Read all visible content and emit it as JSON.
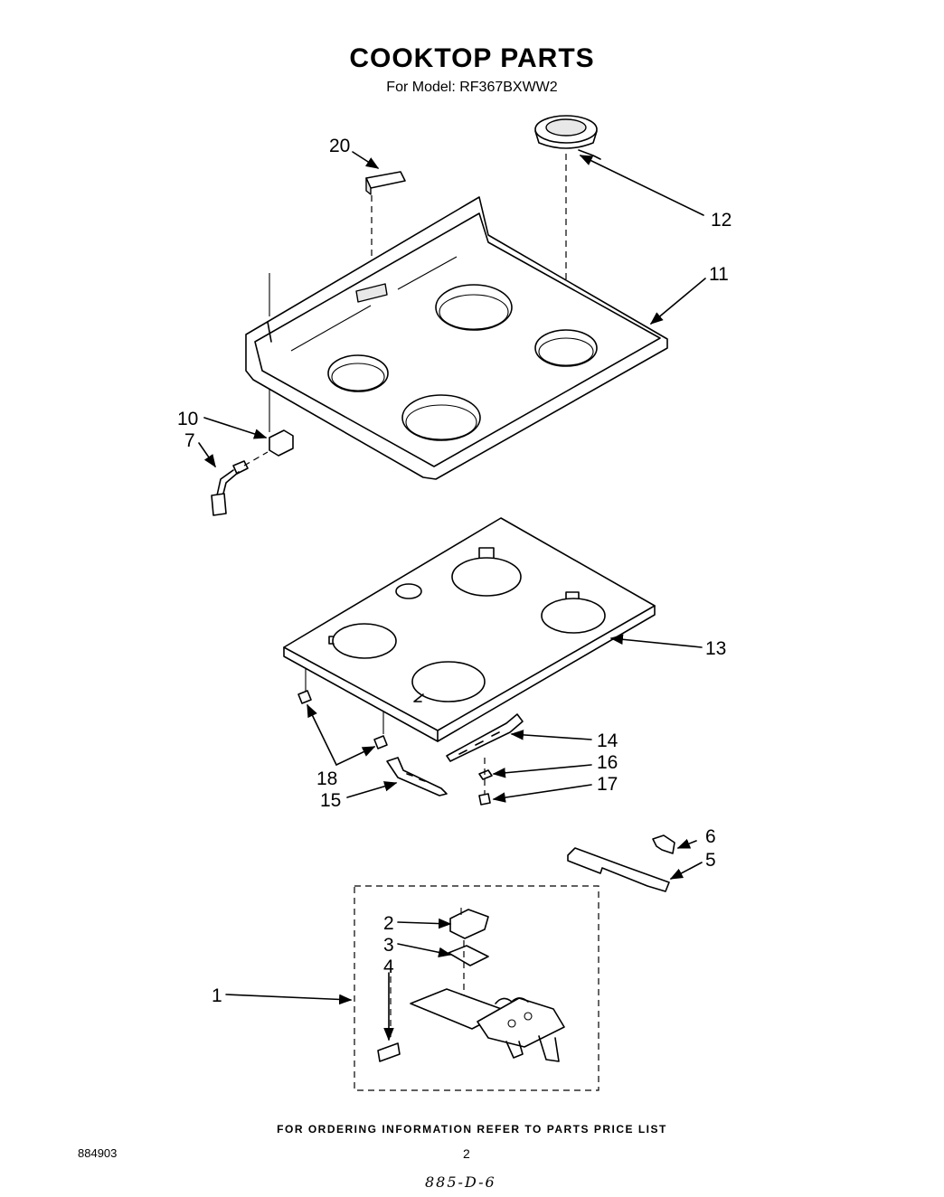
{
  "page": {
    "title": "COOKTOP PARTS",
    "subtitle": "For Model: RF367BXWW2",
    "footer_note": "FOR ORDERING INFORMATION REFER TO PARTS PRICE LIST",
    "doc_number": "884903",
    "page_number": "2",
    "handwritten_code": "885-D-6"
  },
  "callouts": {
    "c20": "20",
    "c12": "12",
    "c11": "11",
    "c10": "10",
    "c7": "7",
    "c13": "13",
    "c14": "14",
    "c16": "16",
    "c17": "17",
    "c18": "18",
    "c15": "15",
    "c6": "6",
    "c5": "5",
    "c2": "2",
    "c3": "3",
    "c4": "4",
    "c1": "1"
  }
}
